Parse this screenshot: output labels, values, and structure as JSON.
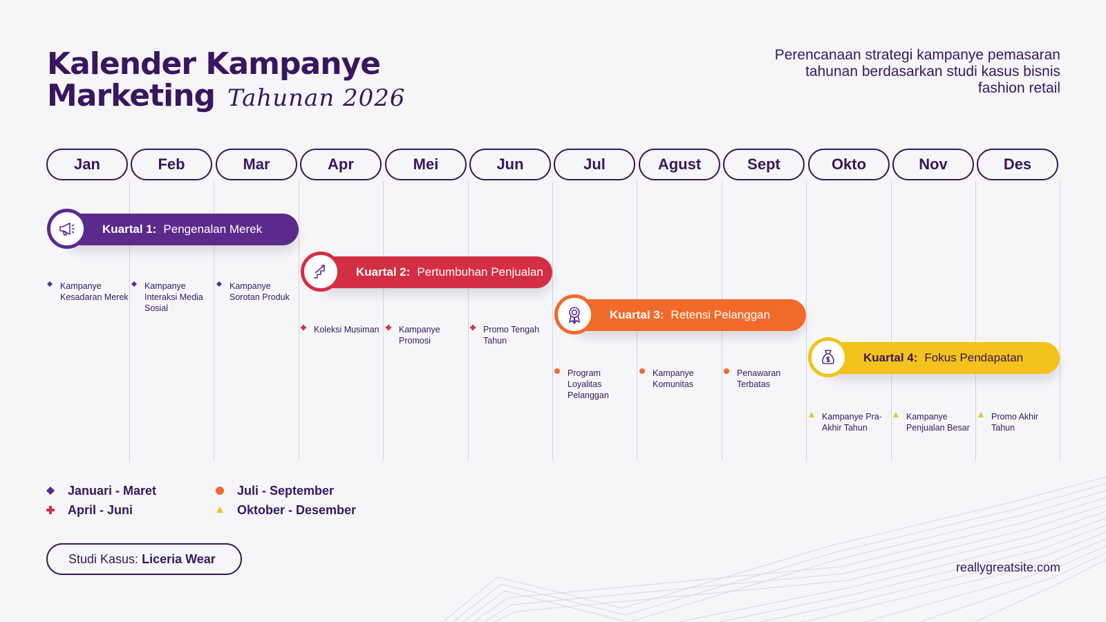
{
  "header": {
    "title_line1": "Kalender Kampanye",
    "title_line2": "Marketing",
    "title_script": "Tahunan 2026",
    "subtitle": "Perencanaan strategi kampanye pemasaran tahunan berdasarkan studi kasus bisnis fashion retail"
  },
  "months": [
    "Jan",
    "Feb",
    "Mar",
    "Apr",
    "Mei",
    "Jun",
    "Jul",
    "Agust",
    "Sept",
    "Okto",
    "Nov",
    "Des"
  ],
  "quarters": [
    {
      "label": "Kuartal 1:",
      "name": "Pengenalan Merek",
      "color": "#5b2a8c",
      "icon": "megaphone-icon"
    },
    {
      "label": "Kuartal 2:",
      "name": "Pertumbuhan Penjualan",
      "color": "#d42e43",
      "icon": "growth-chart-icon"
    },
    {
      "label": "Kuartal 3:",
      "name": "Retensi Pelanggan",
      "color": "#f26a2a",
      "icon": "award-badge-icon"
    },
    {
      "label": "Kuartal 4:",
      "name": "Fokus Pendapatan",
      "color": "#f4c21b",
      "icon": "money-bag-icon"
    }
  ],
  "items": [
    "Kampanye Kesadaran Merek",
    "Kampanye Interaksi Media Sosial",
    "Kampanye Sorotan Produk",
    "Koleksi Musiman",
    "Kampanye Promosi",
    "Promo Tengah Tahun",
    "Program Loyalitas Pelanggan",
    "Kampanye Komunitas",
    "Penawaran Terbatas",
    "Kampanye Pra-Akhir Tahun",
    "Kampanye Penjualan Besar",
    "Promo Akhir Tahun"
  ],
  "legend": [
    {
      "label": "Januari - Maret",
      "marker": "diamond",
      "color": "#5b2a8c"
    },
    {
      "label": "April - Juni",
      "marker": "cross",
      "color": "#d42e43"
    },
    {
      "label": "Juli - September",
      "marker": "circle",
      "color": "#f26a2a"
    },
    {
      "label": "Oktober - Desember",
      "marker": "triangle",
      "color": "#f4c21b"
    }
  ],
  "case_study": {
    "prefix": "Studi Kasus:",
    "name": "Liceria Wear"
  },
  "website": "reallygreatsite.com"
}
